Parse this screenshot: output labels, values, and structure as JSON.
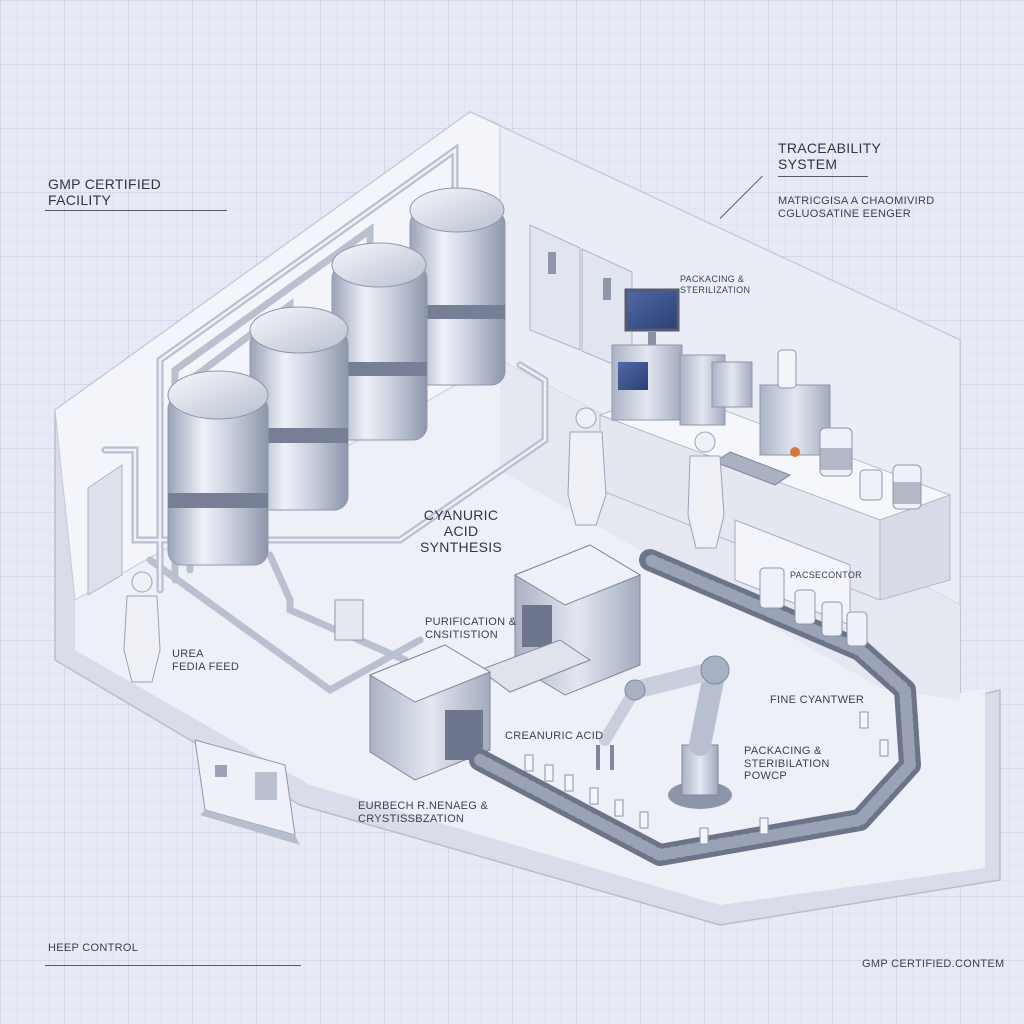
{
  "labels": {
    "gmp_facility": [
      "GMP CERTIFIED",
      "FACILITY"
    ],
    "traceability": [
      "TRACEABILITY",
      "SYSTEM"
    ],
    "traceability_sub": [
      "MATRICGISA A CHAOMIVIRD",
      "CGLUOSATINE EENGER"
    ],
    "packaging_lab": [
      "PACKACING &",
      "STERILIZATION"
    ],
    "synthesis": [
      "CYANURIC",
      "ACID",
      "SYNTHESIS"
    ],
    "purification": [
      "PURIFICATION &",
      "CNSITISTION"
    ],
    "urea_feed": [
      "UREA",
      "FEDIA FEED"
    ],
    "pacsecontor": "PACSECONTOR",
    "fine_cyantwer": "FINE CYANTWER",
    "creanuric_acid": "CREANURIC ACID",
    "packaging_powder": [
      "PACKACING &",
      "STERIBILATION",
      "POWCP"
    ],
    "eurbech": [
      "EURBECH R.NENAEG &",
      "CRYSTISSBZATION"
    ],
    "heep_control": "HEEP CONTROL",
    "gmp_contem": "GMP CERTIFIED.CONTEM"
  },
  "colors": {
    "background": "#e7eaf4",
    "wall": "#f1f3f9",
    "floor": "#e8ebf4",
    "steel": "#c4cad9",
    "text": "#3a3f52"
  },
  "icons": [
    "tank-icon",
    "robot-arm-icon",
    "computer-monitor-icon",
    "worker-icon",
    "jar-icon",
    "conveyor-icon"
  ]
}
